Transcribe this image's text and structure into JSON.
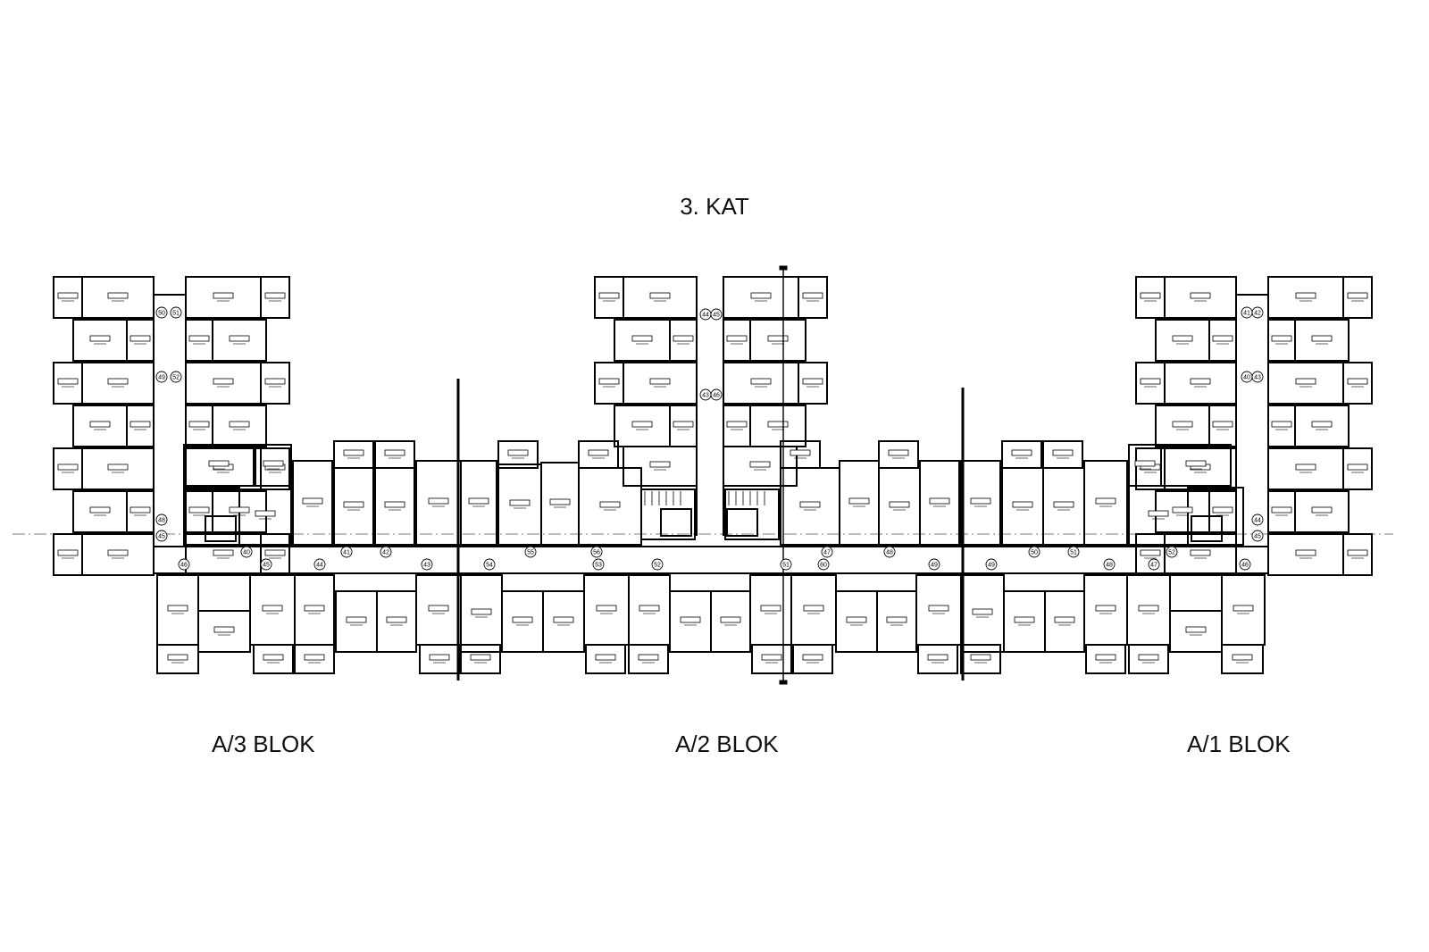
{
  "floor_title": "3. KAT",
  "blocks": [
    {
      "id": "a3",
      "label": "A/3 BLOK"
    },
    {
      "id": "a2",
      "label": "A/2 BLOK"
    },
    {
      "id": "a1",
      "label": "A/1 BLOK"
    }
  ],
  "door_numbers": {
    "a3_wing": [
      "50",
      "51",
      "49",
      "52",
      "48",
      "45"
    ],
    "a3_corridor": [
      "46",
      "40",
      "45",
      "44",
      "41",
      "42",
      "43"
    ],
    "a2_wing": [
      "44",
      "45",
      "43",
      "46"
    ],
    "a2_corridor": [
      "54",
      "55",
      "56",
      "53",
      "52",
      "51",
      "60",
      "47",
      "48",
      "49"
    ],
    "a1_corridor": [
      "49",
      "50",
      "51",
      "48",
      "47",
      "52",
      "46"
    ],
    "a1_wing": [
      "41",
      "42",
      "40",
      "43",
      "44",
      "45"
    ]
  },
  "colors": {
    "line": "#000000",
    "background": "#ffffff",
    "text": "#111111"
  }
}
